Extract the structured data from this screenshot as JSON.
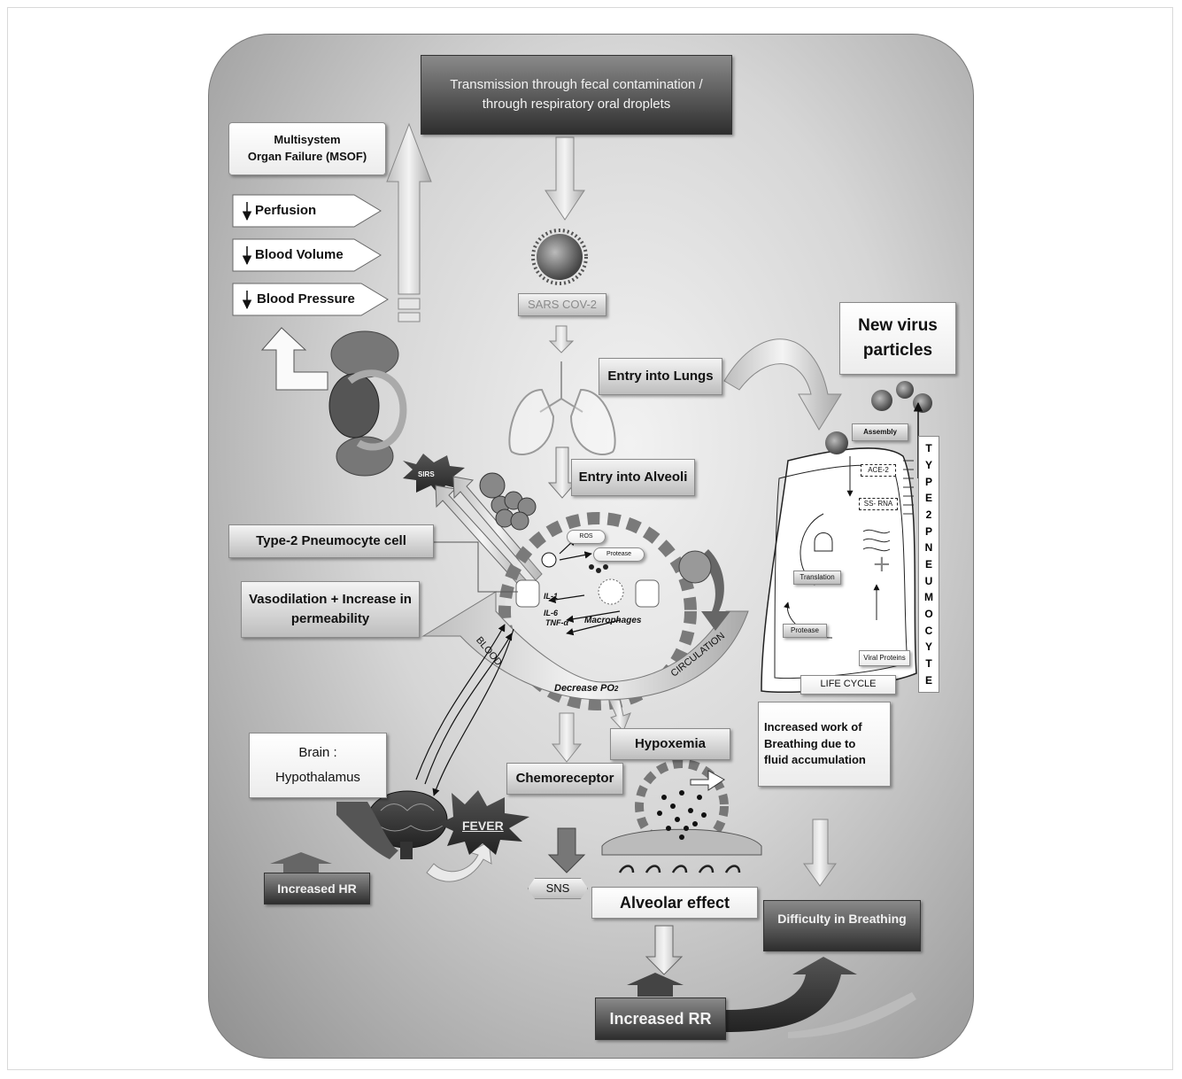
{
  "top_box": {
    "line1": "Transmission through fecal contamination /",
    "line2": "through respiratory oral droplets"
  },
  "virus_label": "SARS COV-2",
  "msof": {
    "line1": "Multisystem",
    "line2": "Organ Failure  (MSOF)"
  },
  "perfusion": "Perfusion",
  "blood_volume": "Blood Volume",
  "blood_pressure": "Blood Pressure",
  "entry_lungs": "Entry into Lungs",
  "entry_alveoli": "Entry into Alveoli",
  "new_virus": {
    "line1": "New virus",
    "line2": "particles"
  },
  "type2_cell": "Type-2 Pneumocyte cell",
  "vasodilation": {
    "line1": "Vasodilation + Increase in",
    "line2": "permeability"
  },
  "sirs": "SIRS",
  "ros": "ROS",
  "protease": "Protease",
  "il1": "IL-1",
  "il6": "IL-6",
  "tnf": "TNF-α",
  "macrophages": "Macrophages",
  "blood_label": "BLOOD",
  "circulation_label": "CIRCULATION",
  "decrease_po2": "Decrease PO",
  "po2_sub": "2",
  "lifecycle": {
    "assembly": "Assembly",
    "ace2": "ACE-2",
    "ssrna": "SS- RNA",
    "translation": "Translation",
    "protease": "Protease",
    "viral_proteins": "Viral Proteins",
    "title": "LIFE CYCLE"
  },
  "type2_vertical": [
    "T",
    "Y",
    "P",
    "E",
    "2",
    "P",
    "N",
    "E",
    "U",
    "M",
    "O",
    "C",
    "Y",
    "T",
    "E"
  ],
  "increased_work": {
    "line1": "Increased work of",
    "line2": "Breathing due to",
    "line3": "fluid accumulation"
  },
  "brain": {
    "line1": "Brain :",
    "line2": "Hypothalamus"
  },
  "hypoxemia": "Hypoxemia",
  "chemoreceptor": "Chemoreceptor",
  "fever": "FEVER",
  "increased_hr": "Increased HR",
  "sns": "SNS",
  "alveolar_effect": "Alveolar effect",
  "difficulty": "Difficulty in Breathing",
  "increased_rr": "Increased RR"
}
